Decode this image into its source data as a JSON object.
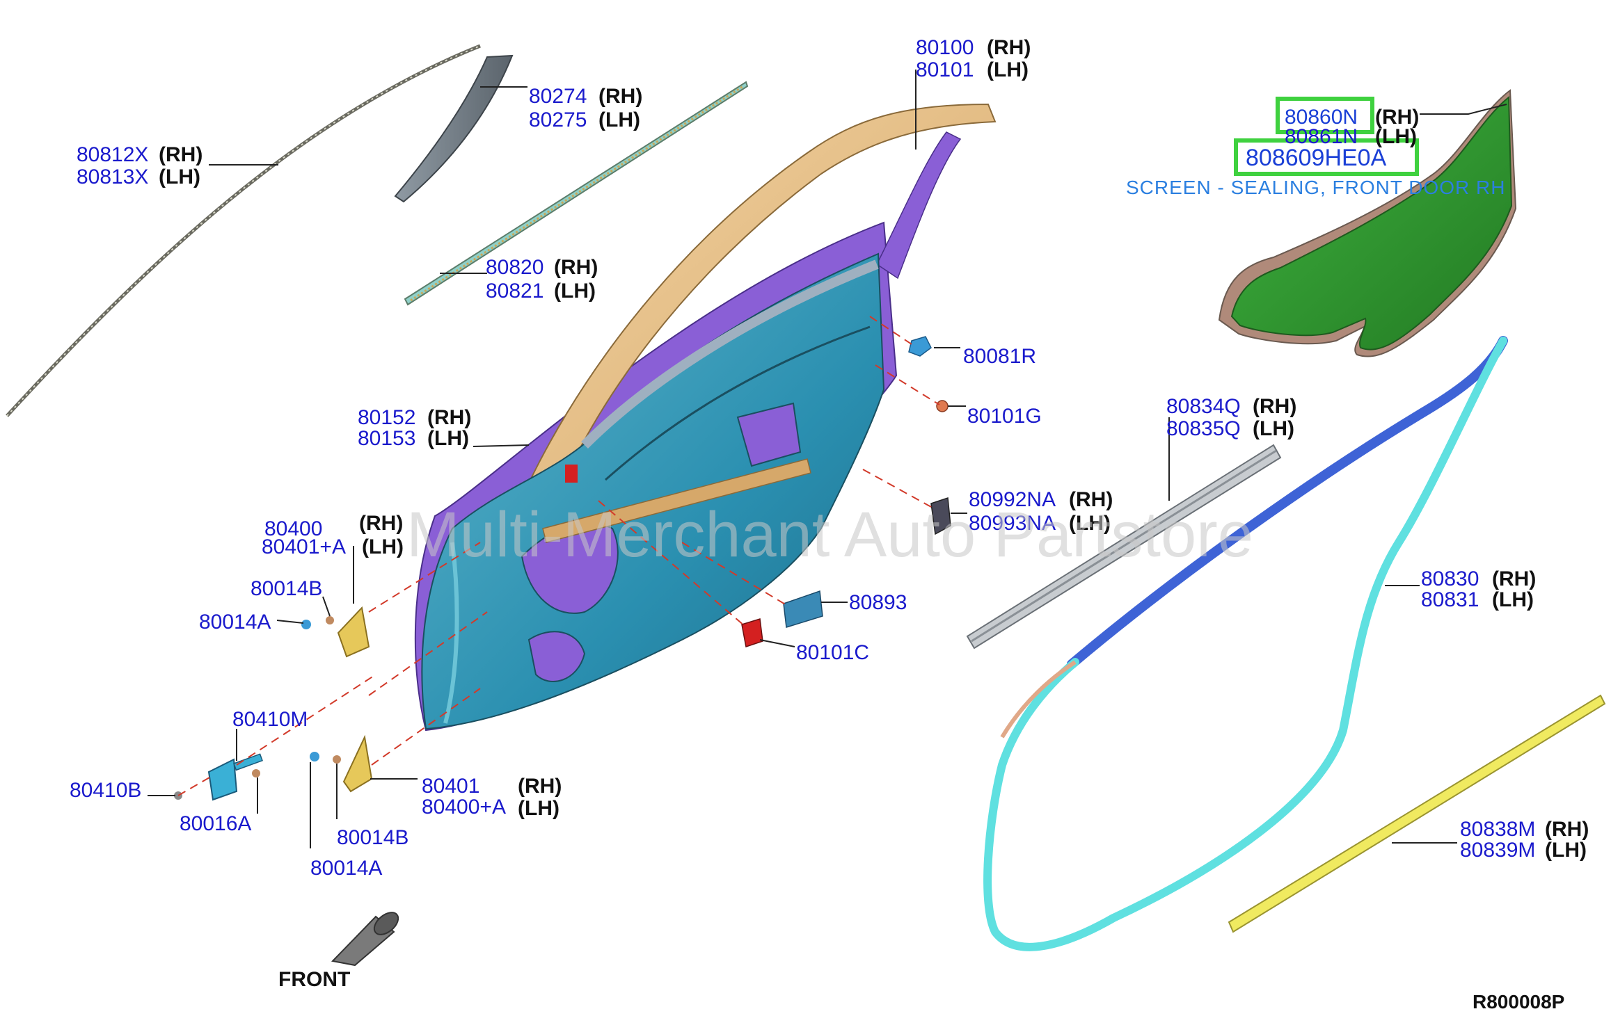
{
  "callouts": {
    "c80812": {
      "pn1": "80812X",
      "pn2": "80813X",
      "s1": "(RH)",
      "s2": "(LH)"
    },
    "c80274": {
      "pn1": "80274",
      "pn2": "80275",
      "s1": "(RH)",
      "s2": "(LH)"
    },
    "c80100": {
      "pn1": "80100",
      "pn2": "80101",
      "s1": "(RH)",
      "s2": "(LH)"
    },
    "c80820": {
      "pn1": "80820",
      "pn2": "80821",
      "s1": "(RH)",
      "s2": "(LH)"
    },
    "c80860": {
      "pn1": "80860N",
      "pn2": "80861N",
      "s1": "(RH)",
      "s2": "(LH)"
    },
    "c80152": {
      "pn1": "80152",
      "pn2": "80153",
      "s1": "(RH)",
      "s2": "(LH)"
    },
    "c80834": {
      "pn1": "80834Q",
      "pn2": "80835Q",
      "s1": "(RH)",
      "s2": "(LH)"
    },
    "c80992": {
      "pn1": "80992NA",
      "pn2": "80993NA",
      "s1": "(RH)",
      "s2": "(LH)"
    },
    "c80400": {
      "pn1": "80400",
      "pn2": "80401+A",
      "s1": "(RH)",
      "s2": "(LH)"
    },
    "c80830": {
      "pn1": "80830",
      "pn2": "80831",
      "s1": "(RH)",
      "s2": "(LH)"
    },
    "c80401": {
      "pn1": "80401",
      "pn2": "80400+A",
      "s1": "(RH)",
      "s2": "(LH)"
    },
    "c80838": {
      "pn1": "80838M",
      "pn2": "80839M",
      "s1": "(RH)",
      "s2": "(LH)"
    }
  },
  "singles": {
    "p80081R": "80081R",
    "p80101G": "80101G",
    "p80014B_top": "80014B",
    "p80014A_top": "80014A",
    "p80893": "80893",
    "p80101C": "80101C",
    "p80410M": "80410M",
    "p80410B": "80410B",
    "p80016A": "80016A",
    "p80014B_bot": "80014B",
    "p80014A_bot": "80014A"
  },
  "highlight": {
    "part_number": "808609HE0A",
    "description": "SCREEN - SEALING, FRONT DOOR RH",
    "color": "#3fd13f"
  },
  "front_label": "FRONT",
  "diagram_code": "R800008P",
  "watermark": "Multi-Merchant Auto Partstore",
  "colors": {
    "door_shell": "#2a8fb0",
    "door_outer": "#8a5fd6",
    "sash": "#e8c08a",
    "screen": "#2f9a2f",
    "weatherstrip_upper": "#3e63d6",
    "weatherstrip_lower": "#5fe0e0",
    "strip_bottom": "#f0ea60",
    "part_number_text": "#1a1acc",
    "hinge": "#e6c85a"
  }
}
